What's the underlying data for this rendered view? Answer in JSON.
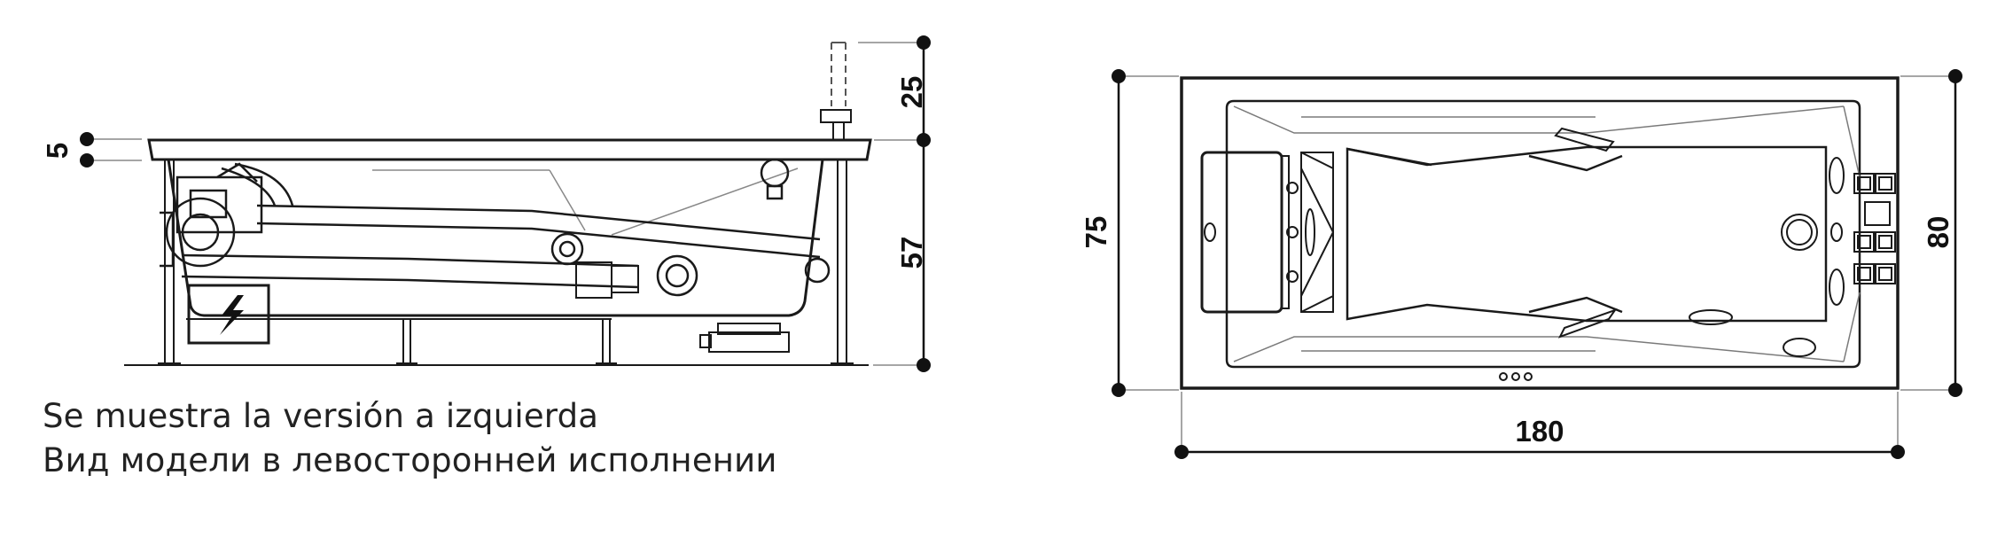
{
  "captions": {
    "spanish": "Se muestra la versión a izquierda",
    "russian": "Вид модели в левосторонней исполнении"
  },
  "side_view": {
    "dims": {
      "rim": "5",
      "faucet": "25",
      "height": "57"
    }
  },
  "top_view": {
    "dims": {
      "depth_outer": "75",
      "depth": "80",
      "length": "180"
    }
  },
  "colors": {
    "line": "#1a1a1a",
    "light": "#7a7a7a",
    "fill": "#ffffff"
  }
}
